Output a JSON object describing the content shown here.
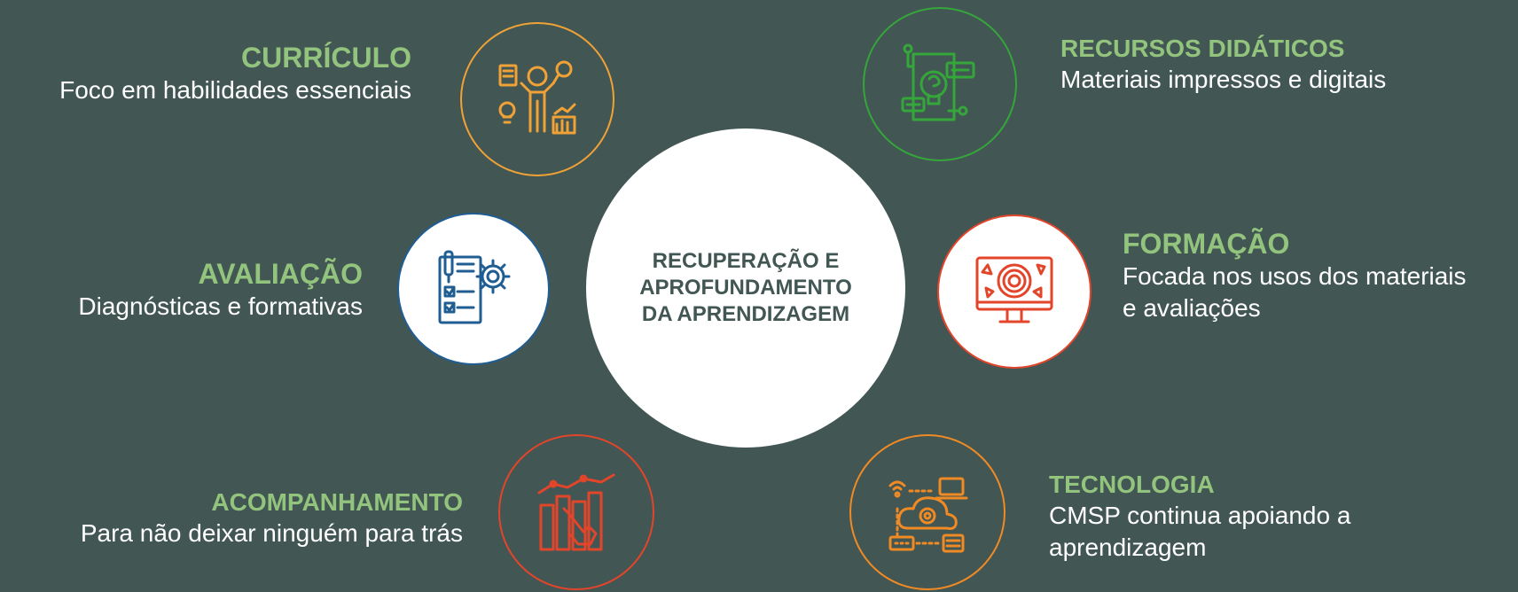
{
  "center": {
    "text": "RECUPERAÇÃO E\nAPROFUNDAMENTO\nDA APRENDIZAGEM"
  },
  "nodes": [
    {
      "id": "curriculo",
      "title": "CURRÍCULO",
      "description": "Foco em habilidades essenciais",
      "icon": "curriculum-person-icon",
      "color": "#f0a236"
    },
    {
      "id": "recursos",
      "title": "RECURSOS DIDÁTICOS",
      "description": "Materiais impressos e digitais",
      "icon": "learning-resources-icon",
      "color": "#35a63a"
    },
    {
      "id": "avaliacao",
      "title": "AVALIAÇÃO",
      "description": "Diagnósticas e formativas",
      "icon": "evaluation-checklist-icon",
      "color": "#1f5d92"
    },
    {
      "id": "formacao",
      "title": "FORMAÇÃO",
      "description": "Focada nos usos dos materiais\ne avaliações",
      "icon": "training-monitor-icon",
      "color": "#e2452a"
    },
    {
      "id": "acompanhamento",
      "title": "ACOMPANHAMENTO",
      "description": "Para não deixar ninguém para trás",
      "icon": "monitoring-chart-icon",
      "color": "#e2452a"
    },
    {
      "id": "tecnologia",
      "title": "TECNOLOGIA",
      "description": "CMSP continua apoiando a\naprendizagem",
      "icon": "technology-cloud-icon",
      "color": "#f08a24"
    }
  ]
}
